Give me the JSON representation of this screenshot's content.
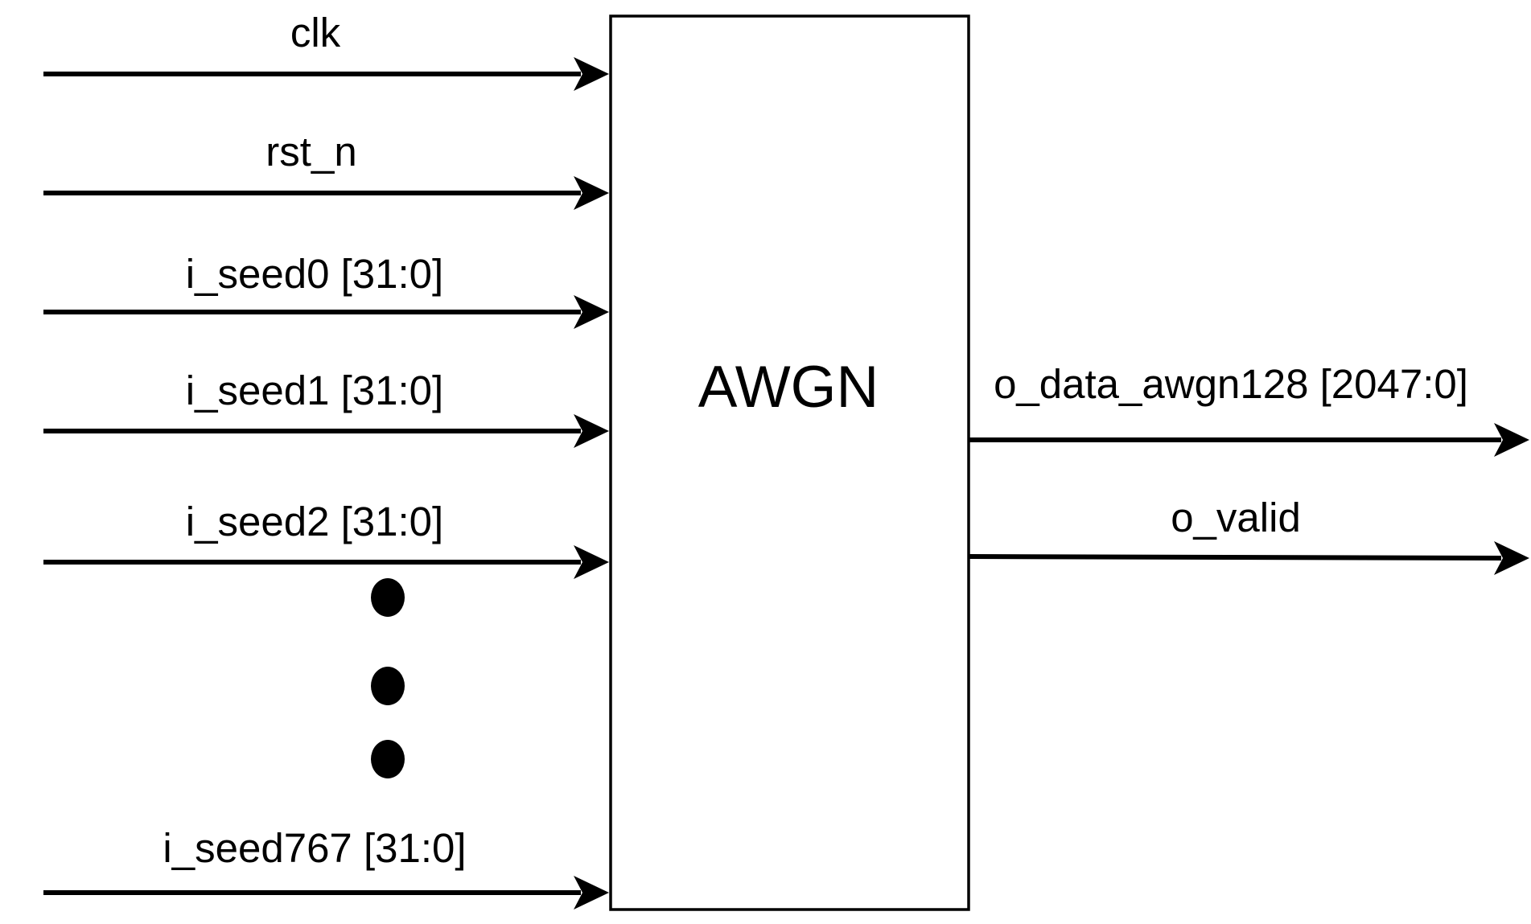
{
  "block": {
    "name": "AWGN"
  },
  "inputs": [
    {
      "id": "clk",
      "label": "clk"
    },
    {
      "id": "rst-n",
      "label": "rst_n"
    },
    {
      "id": "seed0",
      "label": "i_seed0 [31:0]"
    },
    {
      "id": "seed1",
      "label": "i_seed1 [31:0]"
    },
    {
      "id": "seed2",
      "label": "i_seed2 [31:0]"
    },
    {
      "id": "seed767",
      "label": "i_seed767 [31:0]"
    }
  ],
  "outputs": [
    {
      "id": "data-awgn128",
      "label": "o_data_awgn128 [2047:0]"
    },
    {
      "id": "valid",
      "label": "o_valid"
    }
  ],
  "colors": {
    "line": "#000000",
    "background": "#ffffff"
  }
}
